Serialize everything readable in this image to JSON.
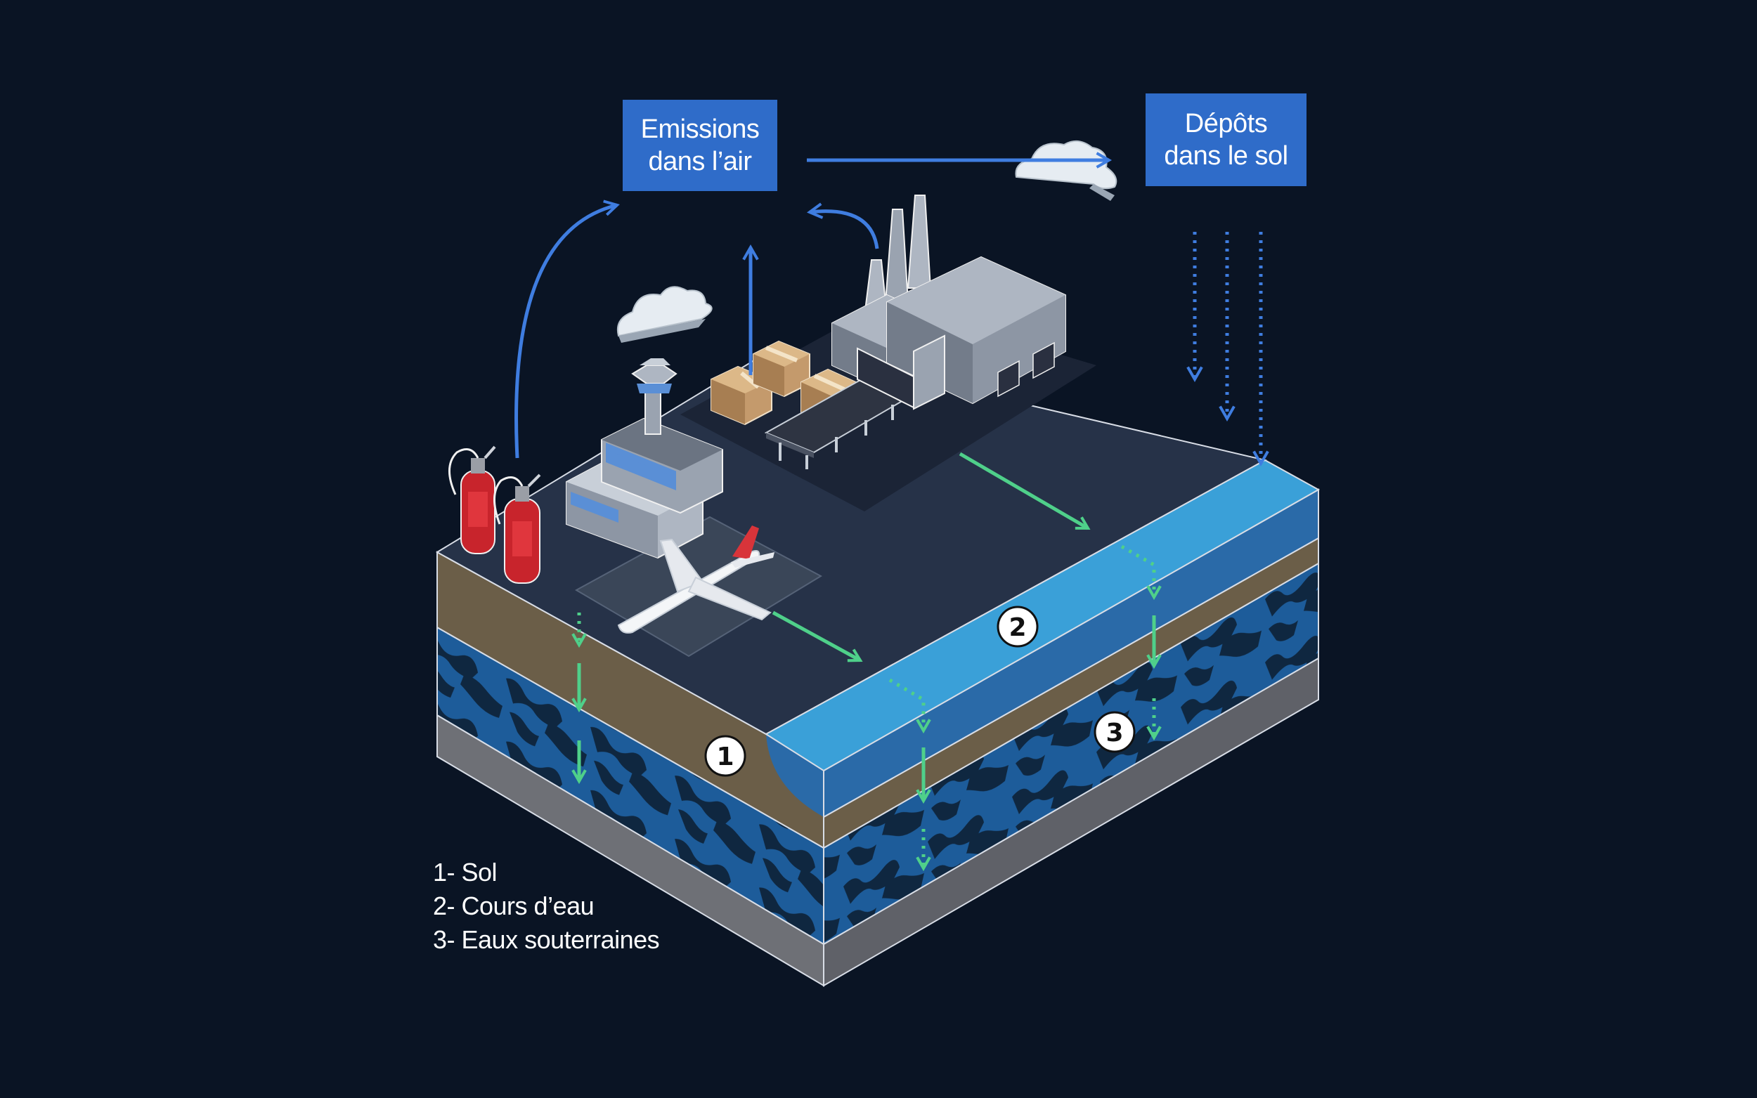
{
  "labels": {
    "emissions_line1": "Emissions",
    "emissions_line2": "dans l’air",
    "depots_line1": "Dépôts",
    "depots_line2": "dans le sol"
  },
  "markers": [
    "1",
    "2",
    "3"
  ],
  "legend": [
    "1- Sol",
    "2- Cours d’eau",
    "3- Eaux souterraines"
  ],
  "colors": {
    "background": "#0a1424",
    "box_blue": "#2f6cc9",
    "arrow_blue": "#3f7de0",
    "arrow_green": "#4fd08a",
    "ground_top": "#263248",
    "soil": "#6b5e48",
    "water": "#3aa0d8",
    "aquifer": "#1d5c9a",
    "bedrock": "#6e7076"
  },
  "icons": [
    "fire-extinguisher-icon",
    "airport-terminal-icon",
    "control-tower-icon",
    "airplane-icon",
    "cardboard-box-icon",
    "conveyor-belt-icon",
    "factory-icon",
    "chimney-icon",
    "cloud-icon"
  ]
}
